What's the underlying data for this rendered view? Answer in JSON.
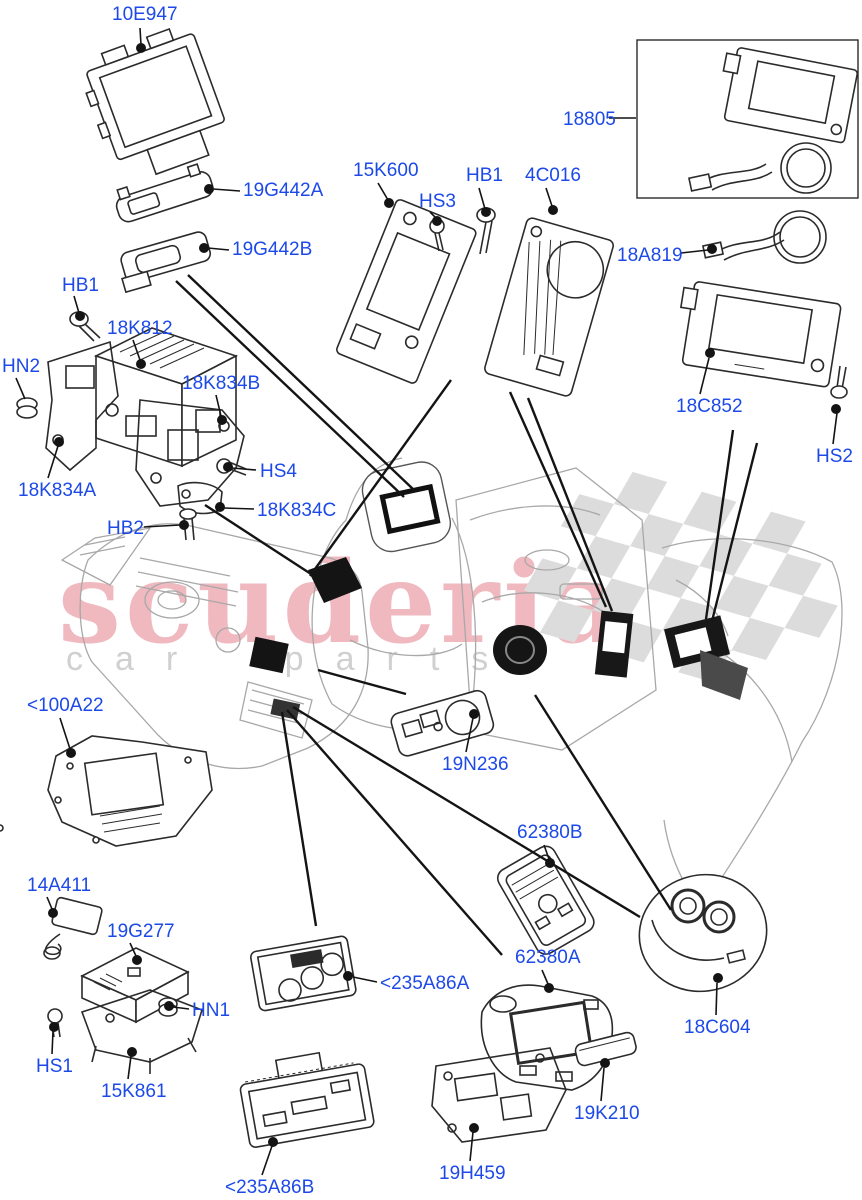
{
  "watermark": {
    "line1": "scuderia",
    "line2": "car parts",
    "pink": "#d65060",
    "gray": "#aaaaaa"
  },
  "label_color": "#1c49e8",
  "labels": {
    "l10E947": "10E947",
    "l19G442A": "19G442A",
    "l19G442B": "19G442B",
    "l15K600": "15K600",
    "lHS3": "HS3",
    "lHB1b": "HB1",
    "l4C016": "4C016",
    "l18805": "18805",
    "l18A819": "18A819",
    "lHB1a": "HB1",
    "l18K812": "18K812",
    "lHN2": "HN2",
    "l18K834B": "18K834B",
    "l18K834A": "18K834A",
    "lHS4": "HS4",
    "l18K834C": "18K834C",
    "lHB2": "HB2",
    "l18C852": "18C852",
    "lHS2": "HS2",
    "l100A22": "<100A22",
    "l19N236": "19N236",
    "l62380B": "62380B",
    "l62380A": "62380A",
    "l14A411": "14A411",
    "l19G277": "19G277",
    "lHN1": "HN1",
    "lHS1": "HS1",
    "l15K861": "15K861",
    "l235A86A": "<235A86A",
    "l235A86B": "<235A86B",
    "l19K210": "19K210",
    "l19H459": "19H459",
    "l18C604": "18C604"
  }
}
